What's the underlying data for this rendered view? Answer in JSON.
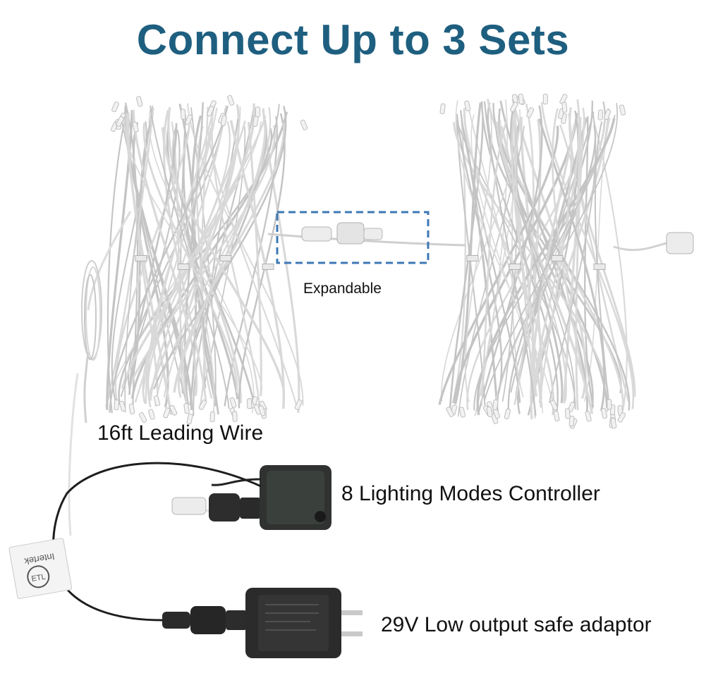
{
  "title": "Connect Up to 3 Sets",
  "labels": {
    "expandable": "Expandable",
    "leading_wire": "16ft Leading Wire",
    "controller": "8 Lighting Modes Controller",
    "adaptor": "29V Low output safe adaptor"
  },
  "certification_tag": "Intertek",
  "colors": {
    "title": "#1e5f80",
    "dashed_box": "#3c78b4",
    "device": "#2a2a2a",
    "wire": "#d7d7d7"
  },
  "icons": [
    "light-string-bundle-icon",
    "connector-icon",
    "controller-box-icon",
    "power-adaptor-icon",
    "etl-certification-tag-icon"
  ]
}
